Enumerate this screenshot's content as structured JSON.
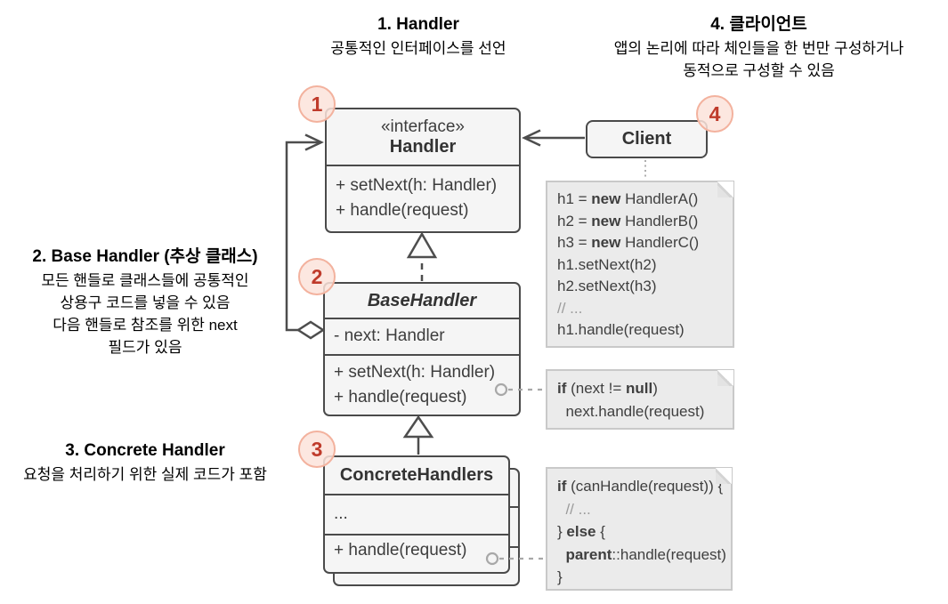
{
  "colors": {
    "box_fill": "#f5f5f5",
    "box_border": "#4a4a4a",
    "note_fill": "#ebebeb",
    "note_border": "#c9c9c9",
    "badge_fill": "#fbe3da",
    "badge_border": "#f3b29e",
    "badge_text": "#bf3b2b",
    "line": "#4d4d4d",
    "connector_gray": "#a8a8a8",
    "comment_text": "#9a9a9a"
  },
  "annotations": {
    "a1": {
      "title": "1. Handler",
      "lines": [
        "공통적인 인터페이스를 선언"
      ]
    },
    "a2": {
      "title": "2. Base Handler (추상 클래스)",
      "lines": [
        "모든 핸들로 클래스들에 공통적인",
        "상용구 코드를 넣을 수 있음",
        "다음 핸들로 참조를 위한 next",
        "필드가 있음"
      ]
    },
    "a3": {
      "title": "3. Concrete Handler",
      "lines": [
        "요청을 처리하기 위한 실제 코드가 포함"
      ]
    },
    "a4": {
      "title": "4. 클라이언트",
      "lines": [
        "앱의 논리에 따라 체인들을 한 번만 구성하거나",
        "동적으로 구성할 수 있음"
      ]
    }
  },
  "badges": [
    "1",
    "2",
    "3",
    "4"
  ],
  "classes": {
    "handler": {
      "stereotype": "«interface»",
      "name": "Handler",
      "methods": [
        "+ setNext(h: Handler)",
        "+ handle(request)"
      ]
    },
    "base_handler": {
      "name": "BaseHandler",
      "fields": [
        "- next: Handler"
      ],
      "methods": [
        "+ setNext(h: Handler)",
        "+ handle(request)"
      ]
    },
    "concrete": {
      "name": "ConcreteHandlers",
      "fields": [
        "..."
      ],
      "methods": [
        "+ handle(request)"
      ]
    },
    "client": {
      "name": "Client"
    }
  },
  "notes": {
    "client_code": [
      "h1 = **new** HandlerA()",
      "h2 = **new** HandlerB()",
      "h3 = **new** HandlerC()",
      "h1.setNext(h2)",
      "h2.setNext(h3)",
      "// ...",
      "h1.handle(request)"
    ],
    "base_code": [
      "**if** (next != **null**)",
      "  next.handle(request)"
    ],
    "concrete_code": [
      "**if** (canHandle(request)) {",
      "  // ...",
      "} **else** {",
      "  **parent**::handle(request)",
      "}"
    ]
  }
}
